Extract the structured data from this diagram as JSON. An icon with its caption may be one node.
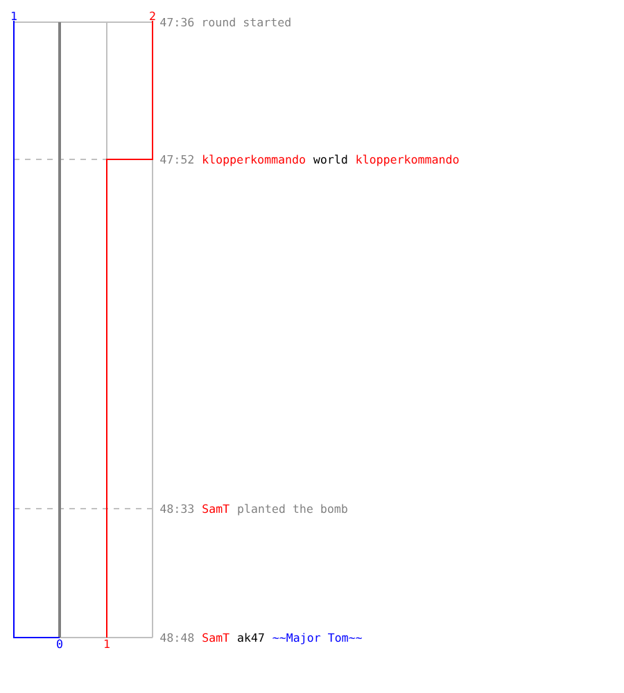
{
  "diagram": {
    "labels": [
      "1",
      "2",
      "47:36 round started",
      "47:52",
      "klopperkommando",
      "world",
      "klopperkommando",
      "48:33",
      "SamT",
      "planted the bomb",
      "48:48",
      "SamT",
      "ak47",
      "~~Major Tom~~",
      "0",
      "1"
    ]
  }
}
